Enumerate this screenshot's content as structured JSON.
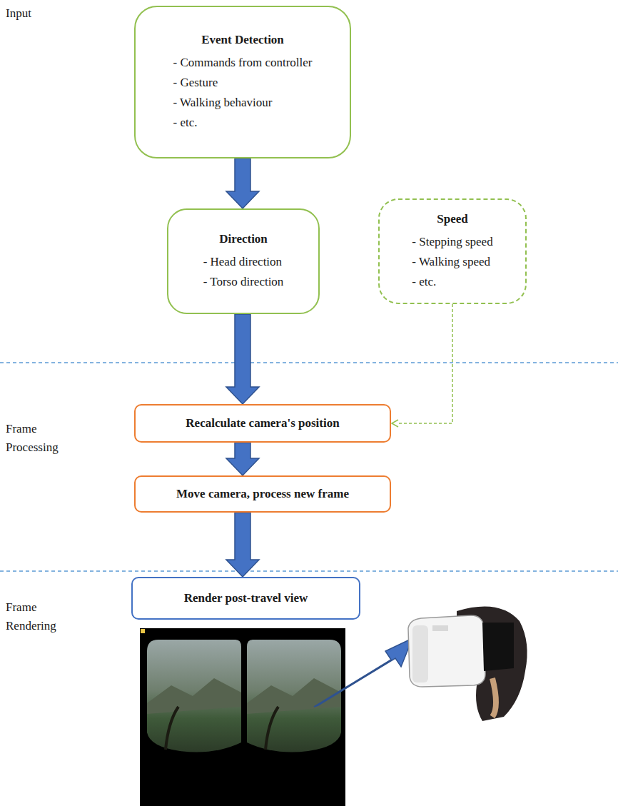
{
  "diagram": {
    "nodes": [
      {
        "text": [
          "Event Detection",
          "- Commands from controller",
          "- Gesture",
          "- Walking behaviour",
          "- etc."
        ]
      },
      {
        "text": [
          "Direction",
          "- Head direction",
          "- Torso direction"
        ]
      },
      {
        "text": [
          "Speed",
          "- Stepping speed",
          "- Walking speed",
          "- etc."
        ]
      },
      {
        "text": [
          "Recalculate camera's position"
        ]
      },
      {
        "text": [
          "Move camera, process new frame"
        ]
      },
      {
        "text": [
          "Render post-travel view"
        ]
      }
    ],
    "edges": [
      {
        "from": 0,
        "to": 1,
        "arrow": "to"
      },
      {
        "from": 1,
        "to": 3,
        "arrow": "to"
      },
      {
        "from": 2,
        "to": 3,
        "arrow": "to"
      },
      {
        "from": 3,
        "to": 4,
        "arrow": "to"
      },
      {
        "from": 4,
        "to": 5,
        "arrow": "to"
      }
    ],
    "labels": [
      "Input",
      "Frame Processing",
      "Frame Rendering"
    ]
  }
}
